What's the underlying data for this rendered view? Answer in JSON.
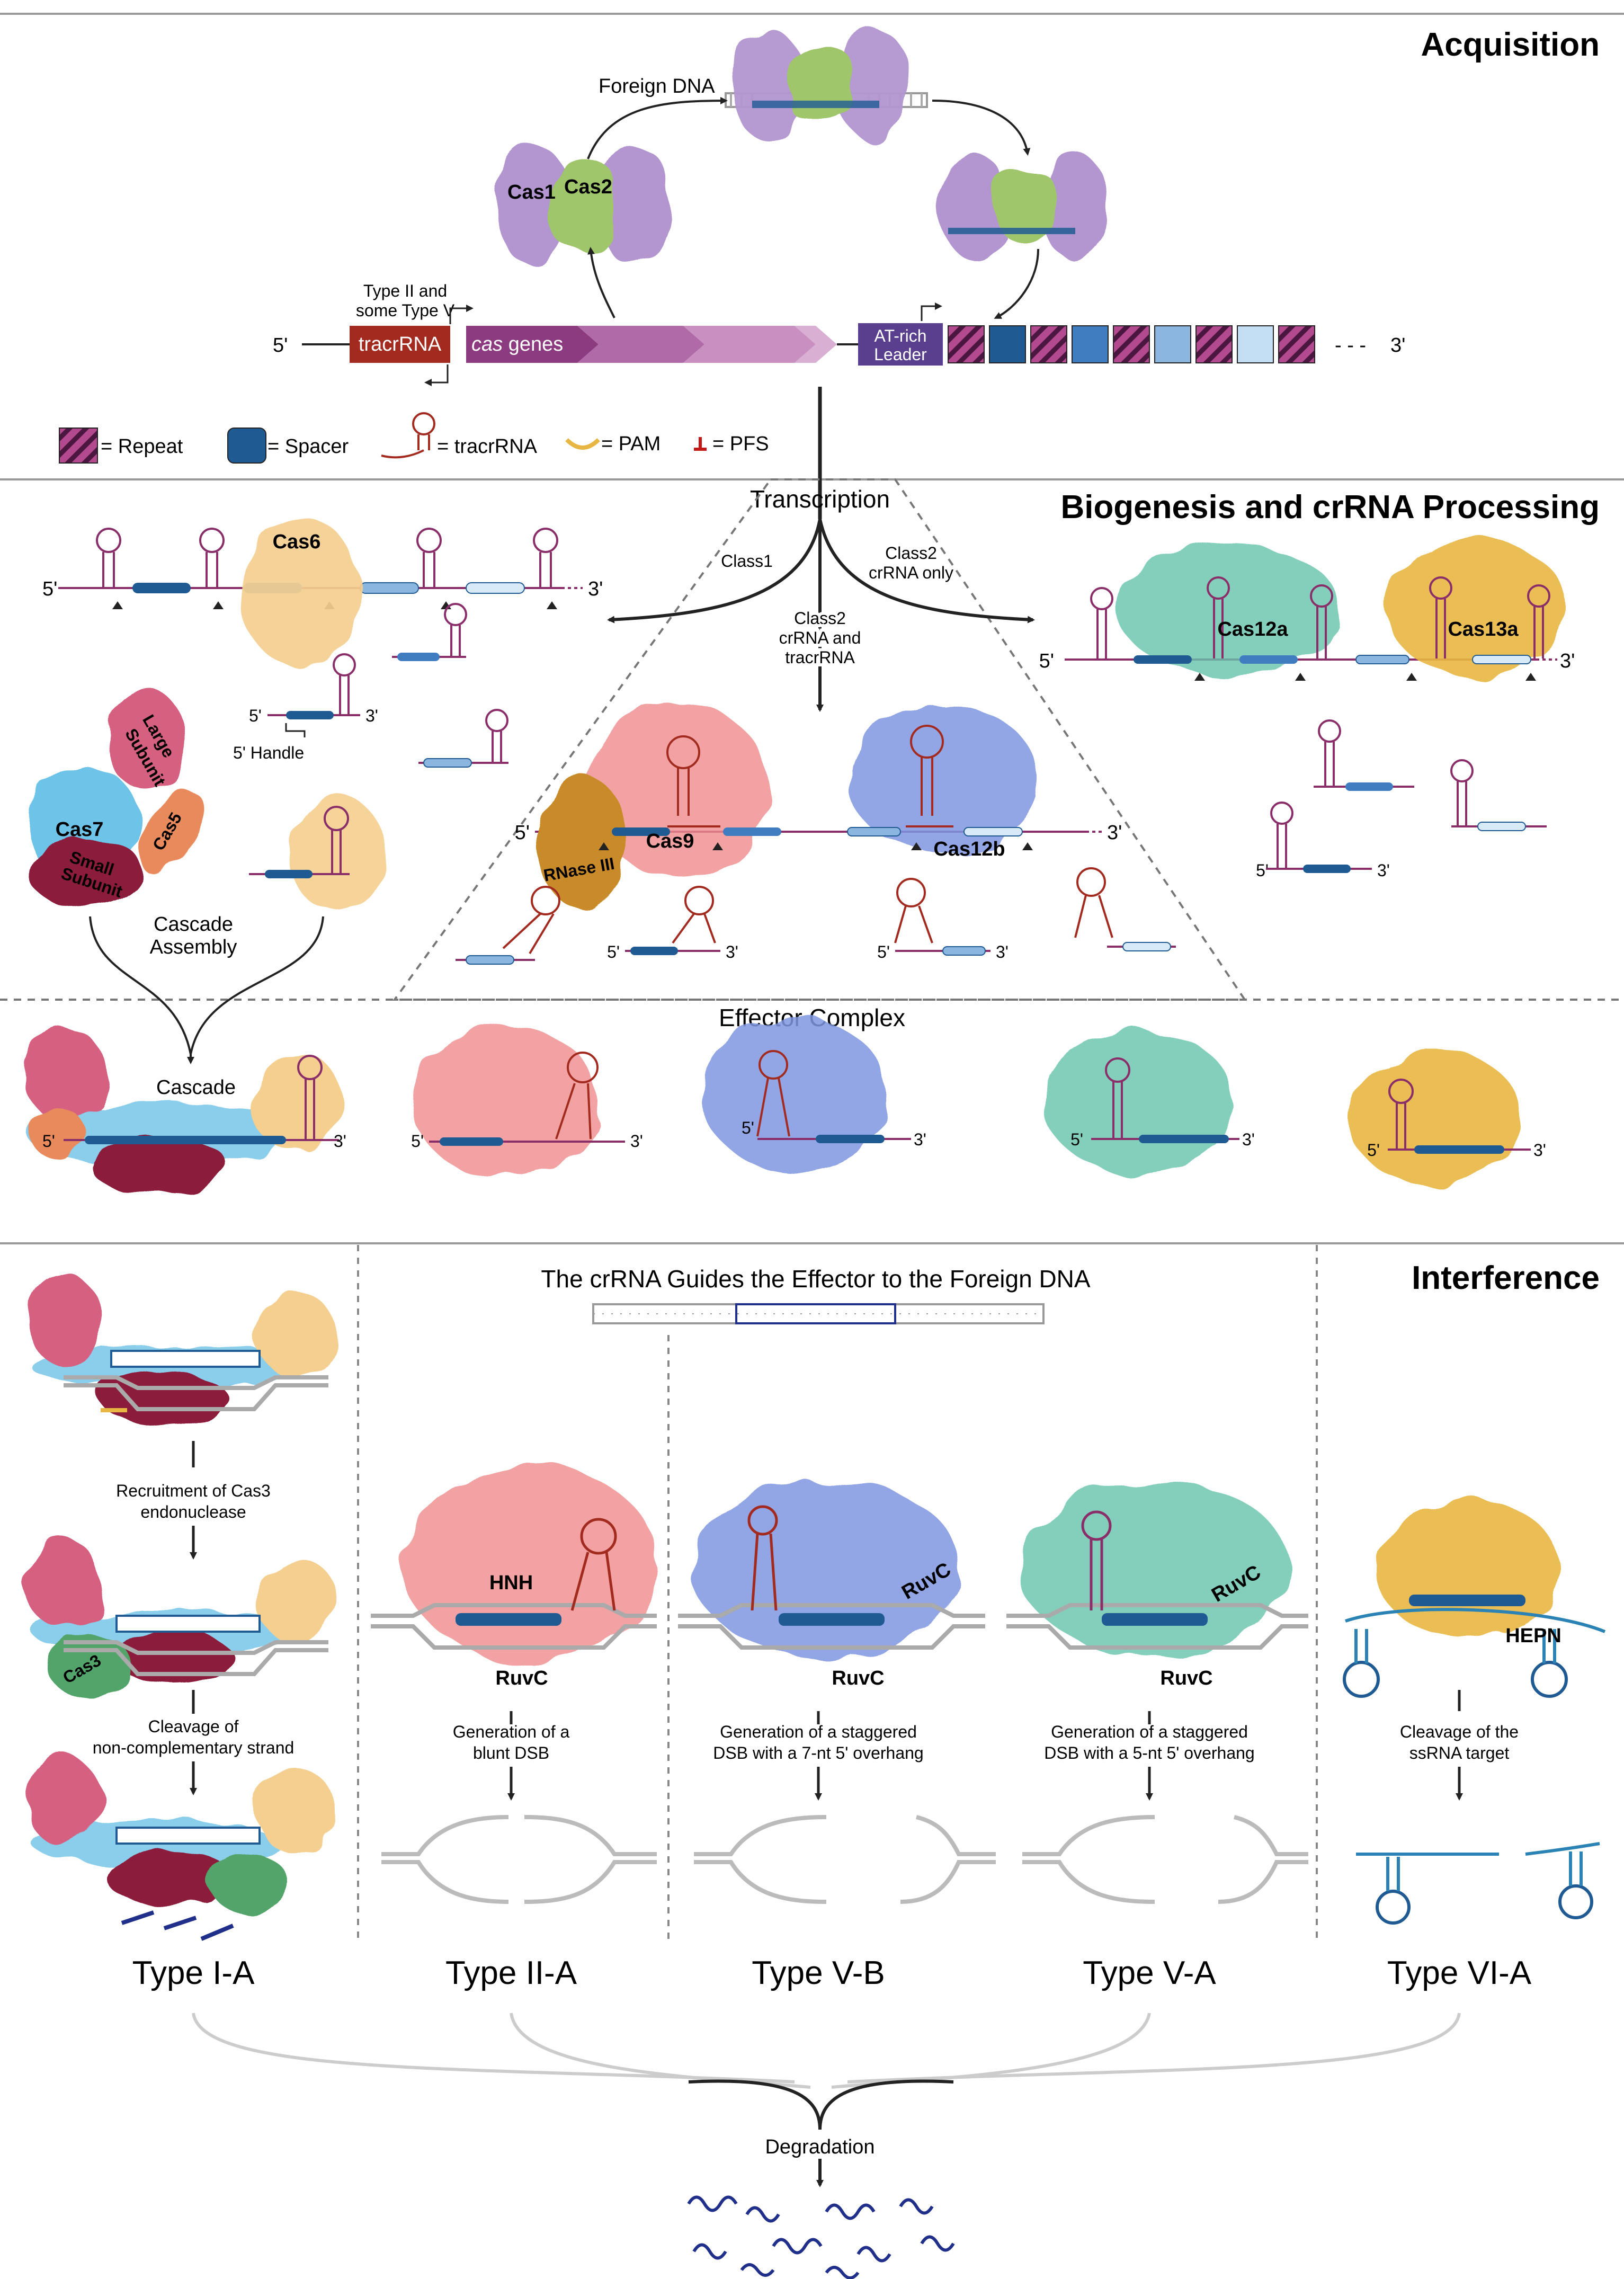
{
  "sections": {
    "acquisition": "Acquisition",
    "biogenesis": "Biogenesis and crRNA Processing",
    "effector": "Effector Complex",
    "interference": "Interference"
  },
  "acquisition": {
    "foreign_dna": "Foreign DNA",
    "cas1": "Cas1",
    "cas2": "Cas2",
    "type_note_1": "Type II and",
    "type_note_2": "some Type V",
    "five": "5'",
    "three": "3'",
    "tracrrna": "tracrRNA",
    "cas_genes_i": "cas",
    "cas_genes_rest": " genes",
    "leader_1": "AT-rich",
    "leader_2": "Leader",
    "dashes": "- - -"
  },
  "legend": {
    "repeat": "= Repeat",
    "spacer": "= Spacer",
    "tracrrna": "= tracrRNA",
    "pam": "= PAM",
    "pfs": "= PFS"
  },
  "biogenesis": {
    "transcription": "Transcription",
    "class1": "Class1",
    "class2_only_1": "Class2",
    "class2_only_2": "crRNA only",
    "class2_tracr_1": "Class2",
    "class2_tracr_2": "crRNA and",
    "class2_tracr_3": "tracrRNA",
    "cas6": "Cas6",
    "handle": "5' Handle",
    "large_1": "Large",
    "large_2": "Subunit",
    "cas7": "Cas7",
    "cas5": "Cas5",
    "small_1": "Small",
    "small_2": "Subunit",
    "cascade_assembly_1": "Cascade",
    "cascade_assembly_2": "Assembly",
    "cas9": "Cas9",
    "rnase3": "RNase III",
    "cas12b": "Cas12b",
    "cas12a": "Cas12a",
    "cas13a": "Cas13a"
  },
  "effector": {
    "cascade": "Cascade"
  },
  "interference": {
    "guide_text": "The crRNA Guides the Effector to the Foreign DNA",
    "recruit_1": "Recruitment of Cas3",
    "recruit_2": "endonuclease",
    "cleave_1": "Cleavage of",
    "cleave_2": "non-complementary strand",
    "cas3": "Cas3",
    "hnh": "HNH",
    "ruvc": "RuvC",
    "hepn": "HEPN",
    "blunt_1": "Generation of a",
    "blunt_2": "blunt DSB",
    "stag7_1": "Generation of a staggered",
    "stag7_2": "DSB with a 7-nt 5' overhang",
    "stag5_1": "Generation of a staggered",
    "stag5_2": "DSB with a 5-nt 5' overhang",
    "ssrna_1": "Cleavage of the",
    "ssrna_2": "ssRNA target",
    "types": [
      "Type I-A",
      "Type II-A",
      "Type V-B",
      "Type V-A",
      "Type VI-A"
    ],
    "degradation": "Degradation"
  },
  "colors": {
    "cas1": "#b395d0",
    "cas2": "#9fc66b",
    "tracr": "#a22a1f",
    "repeat": "#8a2e6a",
    "spacer": "#1f5a93",
    "cas9": "#f08c8c",
    "cas12b": "#7f96e0",
    "cas12a": "#66c4ab",
    "cas13a": "#e8b743",
    "cas6": "#f5cf8f",
    "cas7": "#6ec3e8",
    "large": "#d6607f",
    "small": "#8c1f3b",
    "cas5": "#e98a5b",
    "cas3": "#52a46a",
    "rnase3": "#c98a2a"
  }
}
